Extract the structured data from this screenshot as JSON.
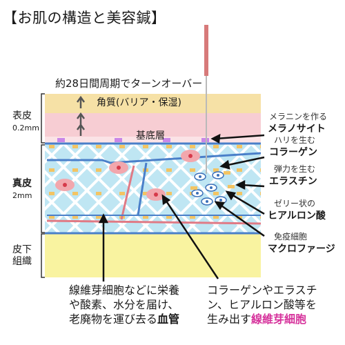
{
  "title": "【お肌の構造と美容鍼】",
  "turnover_label": "約28日間周期でターンオーバー",
  "stratum_corneum": "角質(バリア・保湿)",
  "basal_layer": "基底層",
  "layers": {
    "epidermis": "表皮",
    "epidermis_thickness": "0.2mm",
    "dermis": "真皮",
    "dermis_thickness": "2mm",
    "subcutis_line1": "皮下",
    "subcutis_line2": "組織"
  },
  "annotations": [
    {
      "small": "メラニンを作る",
      "bold": "メラノサイト"
    },
    {
      "small": "ハリを生む",
      "bold": "コラーゲン"
    },
    {
      "small": "弾力を生む",
      "bold": "エラスチン"
    },
    {
      "small": "ゼリー状の",
      "bold": "ヒアルロン酸"
    },
    {
      "small": "免疫細胞",
      "bold": "マクロファージ"
    }
  ],
  "bottom_left": {
    "line1": "線維芽細胞などに栄養",
    "line2": "や酸素、水分を届け、",
    "line3_prefix": "老廃物を運び去る",
    "line3_bold": "血管"
  },
  "bottom_right": {
    "line1": "コラーゲンやエラスチ",
    "line2": "ン、ヒアルロン酸等を",
    "line3_prefix": "生み出す",
    "line3_pink": "線維芽細胞"
  },
  "colors": {
    "corneum": "#f6e1a6",
    "epidermis": "#f7cdd3",
    "dermis": "#bfe6f3",
    "subcutis": "#f9f3a0",
    "vessel_blue": "#4a7fc9",
    "vessel_red": "#e07a85",
    "needle": "#d77a7a",
    "pink_text": "#d6339c"
  },
  "icons": [
    "up-arrow-icon",
    "down-arrow-icon",
    "acupuncture-needle-icon",
    "fibroblast-cell-icon",
    "melanocyte-icon"
  ]
}
